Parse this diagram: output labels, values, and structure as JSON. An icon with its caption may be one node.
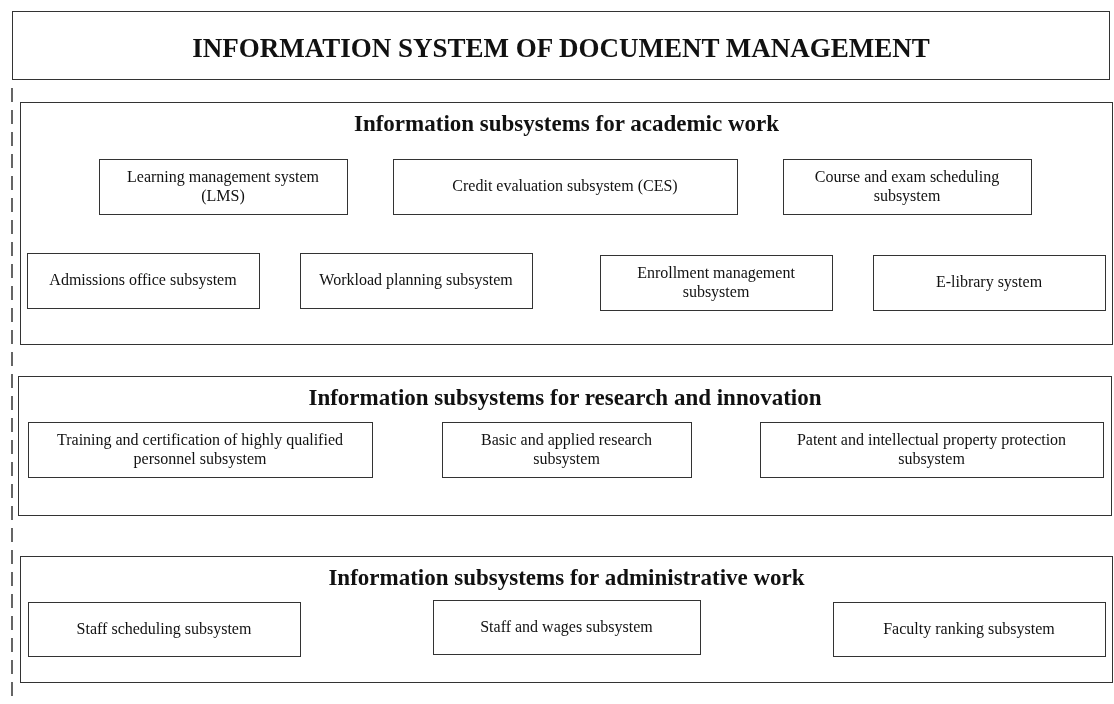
{
  "diagram": {
    "nodes": [
      {
        "text": [
          "INFORMATION SYSTEM OF DOCUMENT MANAGEMENT"
        ]
      },
      {
        "text": [
          "Information subsystems for academic work"
        ]
      },
      {
        "text": [
          "Learning management system (LMS)"
        ],
        "in": 1
      },
      {
        "text": [
          "Credit evaluation subsystem (CES)"
        ],
        "in": 1
      },
      {
        "text": [
          "Course and exam scheduling subsystem"
        ],
        "in": 1
      },
      {
        "text": [
          "Admissions office subsystem"
        ],
        "in": 1
      },
      {
        "text": [
          "Workload planning subsystem"
        ],
        "in": 1
      },
      {
        "text": [
          "Enrollment management subsystem"
        ],
        "in": 1
      },
      {
        "text": [
          "E-library system"
        ],
        "in": 1
      },
      {
        "text": [
          "Information subsystems for research and innovation"
        ]
      },
      {
        "text": [
          "Training and certification of highly qualified personnel subsystem"
        ],
        "in": 9
      },
      {
        "text": [
          "Basic and applied research subsystem"
        ],
        "in": 9
      },
      {
        "text": [
          "Patent and intellectual property protection subsystem"
        ],
        "in": 9
      },
      {
        "text": [
          "Information subsystems for administrative work"
        ]
      },
      {
        "text": [
          "Staff scheduling subsystem"
        ],
        "in": 13
      },
      {
        "text": [
          "Staff and wages subsystem"
        ],
        "in": 13
      },
      {
        "text": [
          "Faculty ranking subsystem"
        ],
        "in": 13
      }
    ]
  }
}
